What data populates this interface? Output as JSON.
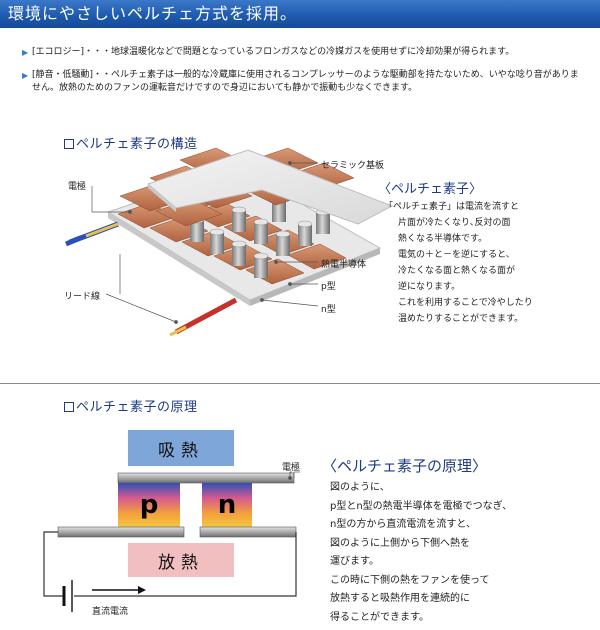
{
  "header": {
    "title": "環境にやさしいペルチェ方式を採用。"
  },
  "bullets": [
    "[エコロジー]・・・地球温暖化などで問題となっているフロンガスなどの冷媒ガスを使用せずに冷却効果が得られます。",
    "[静音・低騒動]・・ペルチェ素子は一般的な冷蔵庫に使用されるコンプレッサーのような駆動部を持たないため、いやな唸り音がありません。放熱のためのファンの運転音だけですので身辺においても静かで振動も少なくできます。"
  ],
  "section1": {
    "title": "ペルチェ素子の構造",
    "labels": {
      "ceramic": "セラミック基板",
      "electrode": "電極",
      "semiconductor": "熱電半導体",
      "p_type": "p型",
      "n_type": "n型",
      "lead": "リード線"
    },
    "desc_title": "ペルチェ素子",
    "desc_lines": [
      "「ペルチェ素子」は電流を流すと",
      "片面が冷たくなり､反対の面",
      "熱くなる半導体です。",
      "電気の＋と－を逆にすると、",
      "冷たくなる面と熱くなる面が",
      "逆になります。",
      "これを利用することで冷やしたり",
      "温めたりすることができます。"
    ]
  },
  "section2": {
    "title": "ペルチェ素子の原理",
    "labels": {
      "absorb": "吸熱",
      "release": "放熱",
      "p": "p",
      "n": "n",
      "electrode": "電極",
      "dc": "直流電流"
    },
    "desc_title": "ペルチェ素子の原理",
    "desc_lines": [
      "図のように、",
      "p型とn型の熱電半導体を電極でつなぎ、",
      "n型の方から直流電流を流すと、",
      "図のように上側から下側へ熱を",
      "運びます。",
      "この時に下側の熱をファンを使って",
      "放熱すると吸熱作用を連続的に",
      "得ることができます。"
    ]
  },
  "colors": {
    "header": "#1f5bb0",
    "title_text": "#1f3b86",
    "absorb_block": "#7fa6d8",
    "release_block": "#f2bfc0",
    "electrode_metal": "#9a9a9a",
    "semiconductor_hot": "#e65a2a",
    "semiconductor_cool": "#3b5fc0"
  }
}
